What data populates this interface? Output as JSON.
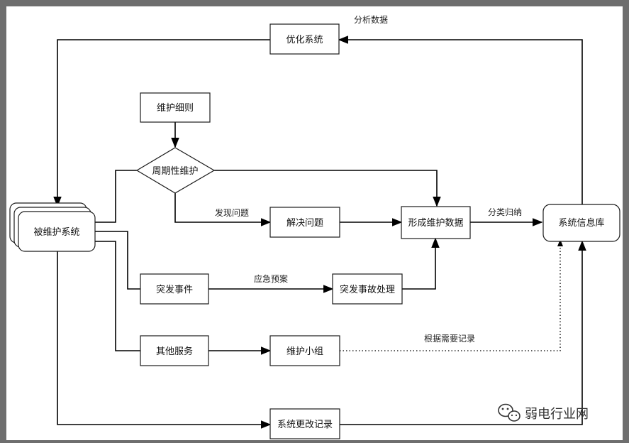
{
  "nodes": {
    "optimize_system": "优化系统",
    "maintenance_rules": "维护细则",
    "periodic_maintenance": "周期性维护",
    "maintained_system": "被维护系统",
    "solve_problem": "解决问题",
    "form_maintenance_data": "形成维护数据",
    "system_info_db": "系统信息库",
    "emergency_event": "突发事件",
    "emergency_handling": "突发事故处理",
    "other_services": "其他服务",
    "maintenance_team": "维护小组",
    "system_change_record": "系统更改记录"
  },
  "edge_labels": {
    "analyze_data": "分析数据",
    "find_problem": "发现问题",
    "classify": "分类归纳",
    "contingency_plan": "应急预案",
    "record_as_needed": "根据需要记录"
  },
  "watermark": {
    "text": "弱电行业网",
    "icon": "wechat-icon"
  }
}
